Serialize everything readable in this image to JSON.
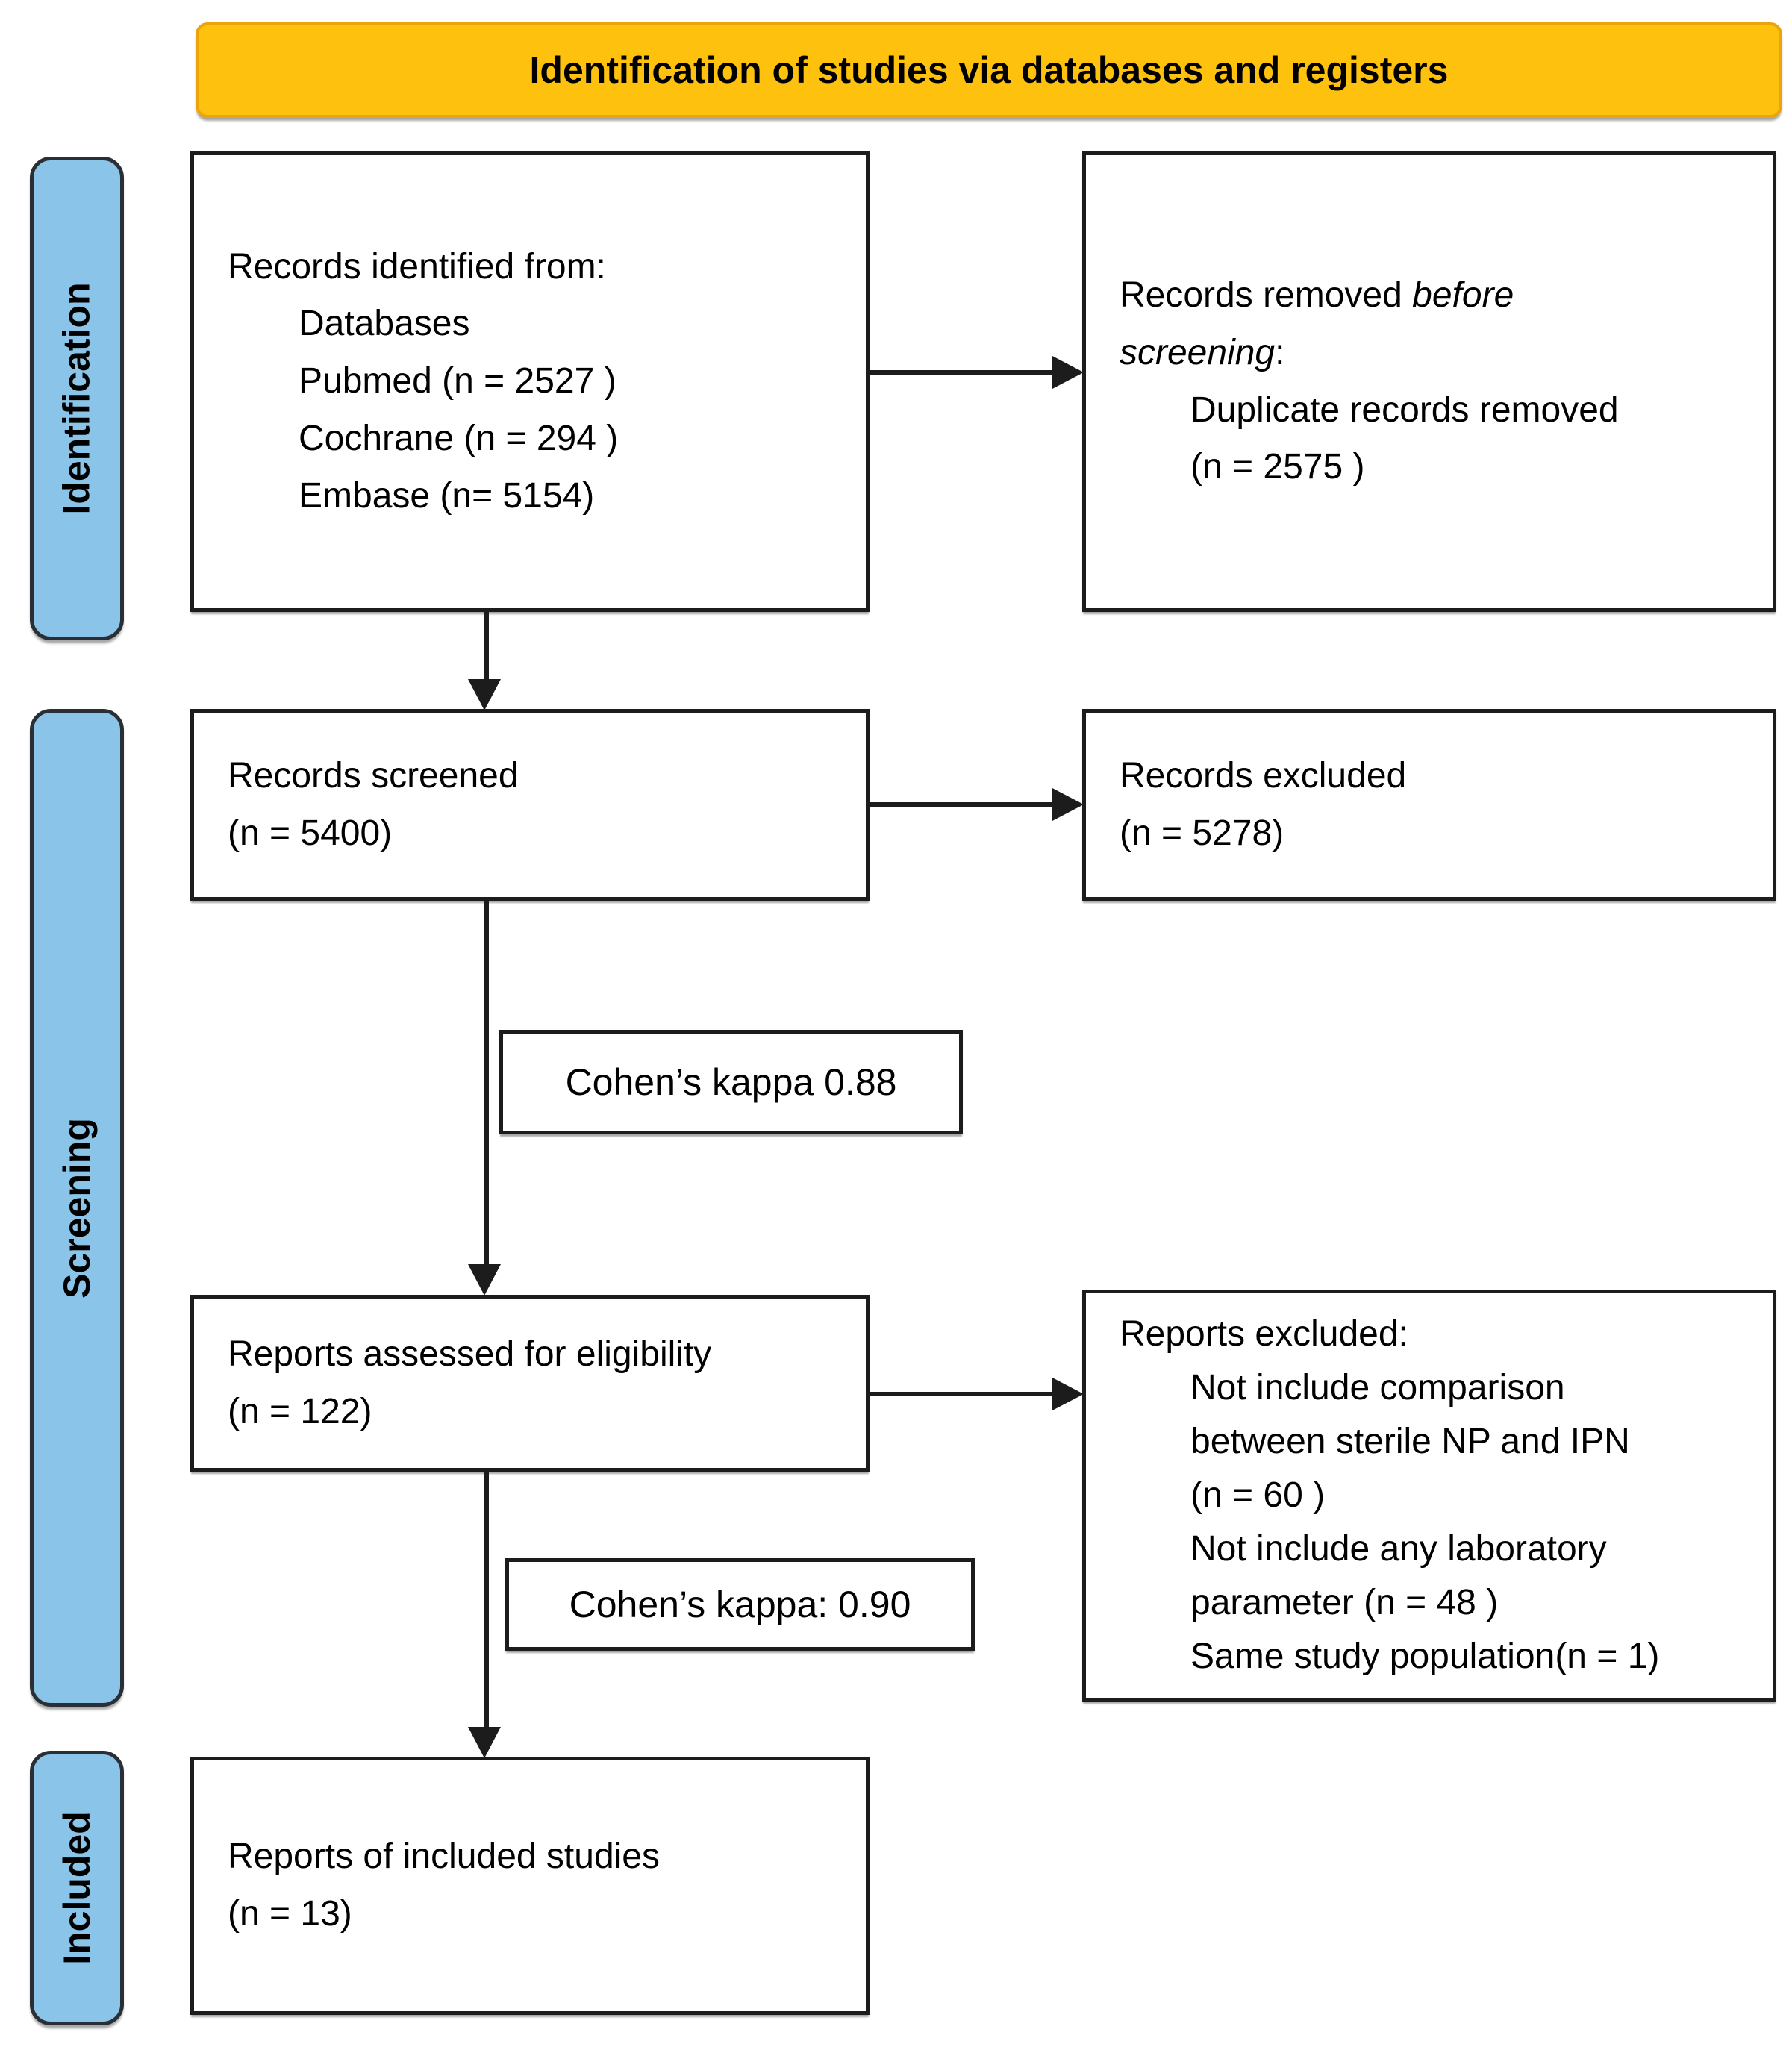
{
  "banner": {
    "title": "Identification of studies via databases and registers"
  },
  "stages": [
    {
      "label": "Identification"
    },
    {
      "label": "Screening"
    },
    {
      "label": "Included"
    }
  ],
  "boxes": {
    "records_identified": {
      "title": "Records identified from:",
      "lines": [
        "Databases",
        "Pubmed (n = 2527 )",
        "Cochrane (n = 294 )",
        "Embase (n= 5154)"
      ]
    },
    "records_removed": {
      "title_prefix": "Records removed ",
      "title_italic": "before screening",
      "title_suffix": ":",
      "lines": [
        "Duplicate records removed",
        "(n = 2575 )"
      ]
    },
    "records_screened": {
      "line1": "Records screened",
      "line2": "(n = 5400)"
    },
    "records_excluded": {
      "line1": "Records excluded",
      "line2": "(n = 5278)"
    },
    "kappa_1": "Cohen’s kappa 0.88",
    "reports_assessed": {
      "line1": "Reports assessed for eligibility",
      "line2": "(n = 122)"
    },
    "reports_excluded": {
      "title": "Reports excluded:",
      "lines": [
        "Not include comparison",
        "between sterile NP and IPN",
        "(n = 60 )",
        "Not include any laboratory",
        "parameter (n = 48 )",
        "Same study population(n = 1)"
      ]
    },
    "kappa_2": "Cohen’s kappa: 0.90",
    "reports_included": {
      "line1": "Reports of included studies",
      "line2": "(n = 13)"
    }
  },
  "colors": {
    "banner_bg": "#FEC10E",
    "banner_border": "#ECA40D",
    "stage_bg": "#8AC4E8",
    "box_border": "#1C1C1C",
    "arrow": "#1C1C1C",
    "text": "#000000"
  }
}
